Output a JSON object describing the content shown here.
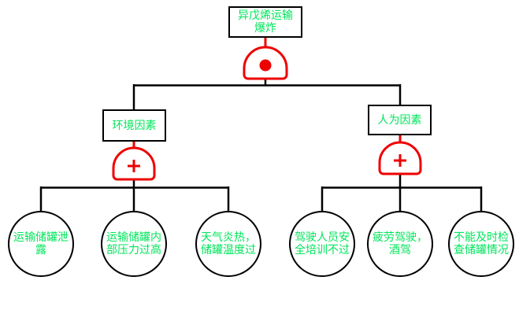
{
  "diagram": {
    "type": "fault-tree",
    "background": "#ffffff",
    "colors": {
      "node_text": "#00e55a",
      "node_border": "#000000",
      "connector_line": "#000000",
      "gate": "#ee0000"
    },
    "tree": {
      "top_event": {
        "label": "异戊烯运输爆炸",
        "gate": {
          "type": "and",
          "symbol": "·"
        }
      },
      "branches": [
        {
          "label": "环境因素",
          "gate": {
            "type": "or",
            "symbol": "+"
          },
          "basic_events": [
            {
              "label": "运输储罐泄露"
            },
            {
              "label": "运输储罐内部压力过高"
            },
            {
              "label": "天气炎热，储罐温度过"
            }
          ]
        },
        {
          "label": "人为因素",
          "gate": {
            "type": "or",
            "symbol": "+"
          },
          "basic_events": [
            {
              "label": "驾驶人员安全培训不过"
            },
            {
              "label": "疲劳驾驶，酒驾"
            },
            {
              "label": "不能及时检查储罐情况"
            }
          ]
        }
      ]
    }
  }
}
